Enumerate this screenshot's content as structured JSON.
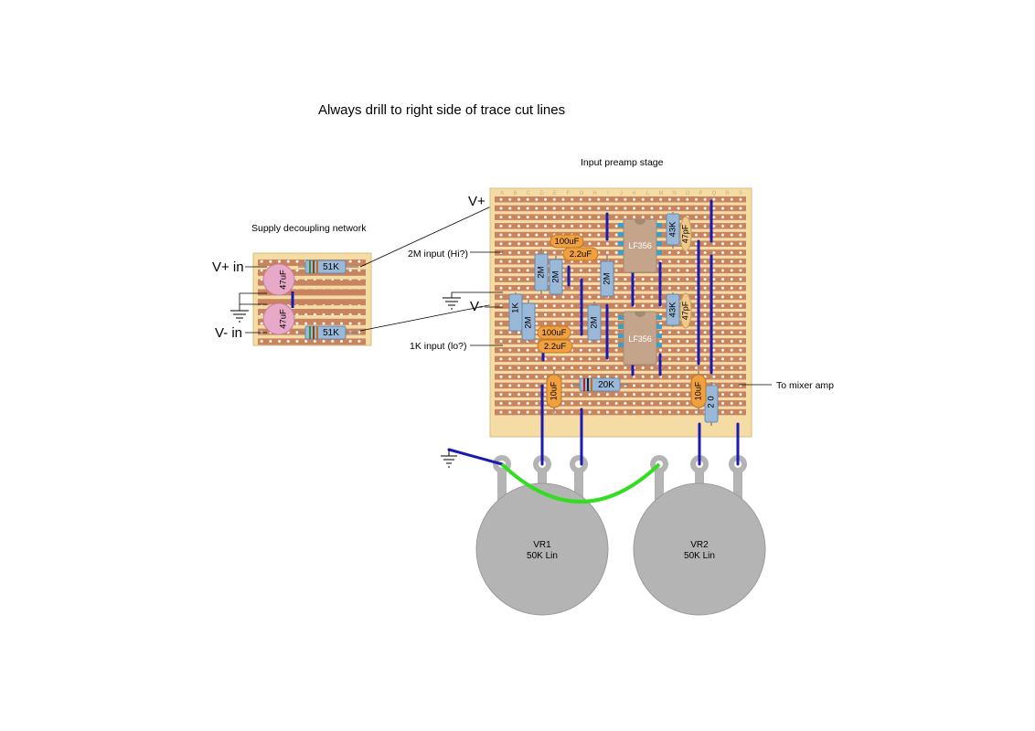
{
  "title": "Always drill to right side of trace cut lines",
  "supply": {
    "heading": "Supply decoupling network",
    "v_plus_in": "V+ in",
    "v_minus_in": "V- in",
    "cap_top": "47uF",
    "cap_bottom": "47uF",
    "res_top": "51K",
    "res_bottom": "51K"
  },
  "preamp": {
    "heading": "Input preamp stage",
    "v_plus": "V+",
    "v_minus": "V-",
    "input_hi": "2M input (Hi?)",
    "input_lo": "1K input (lo?)",
    "output": "To mixer amp",
    "column_letters": [
      "A",
      "B",
      "C",
      "D",
      "E",
      "F",
      "G",
      "H",
      "I",
      "J",
      "K",
      "L",
      "M",
      "N",
      "O",
      "P",
      "Q",
      "R",
      "S"
    ],
    "ic_top": "LF356",
    "ic_bottom": "LF356",
    "cap_100_top": "100uF",
    "cap_22_top": "2.2uF",
    "cap_100_bottom": "100uF",
    "cap_22_bottom": "2.2uF",
    "res_2m_a": "2M",
    "res_2m_b": "2M",
    "res_2m_c": "2M",
    "res_2m_d": "2M",
    "res_2m_e": "2M",
    "res_1k": "1K",
    "res_43k_top": "43K",
    "res_43k_bottom": "43K",
    "cap_47pf_top": "47pF",
    "cap_47pf_bottom": "47pF",
    "res_20k": "20K",
    "cap_10uf_left": "10uF",
    "cap_10uf_right": "10uF",
    "res_20_right": "2 0"
  },
  "pots": {
    "vr1_name": "VR1",
    "vr1_value": "50K Lin",
    "vr2_name": "VR2",
    "vr2_value": "50K Lin"
  },
  "colors": {
    "board": "#f5dba4",
    "strip": "#c8835f",
    "hole": "#ffffff",
    "link": "#1a1ab4",
    "electrolytic": "#f0a040",
    "resistor": "#9ab8d8",
    "ic": "#c4a58c",
    "pot": "#b4b4b4",
    "green_wire": "#33dd22",
    "pink_cap": "#e8a8c8"
  }
}
